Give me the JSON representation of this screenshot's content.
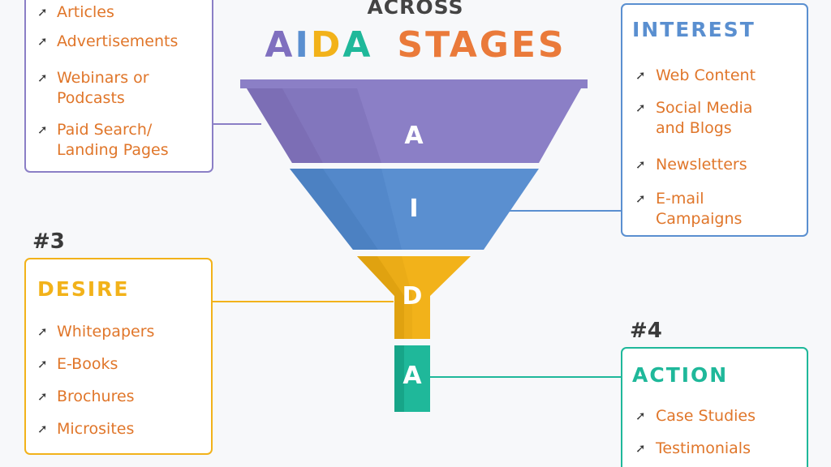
{
  "header": {
    "line1": "ACROSS",
    "letters": [
      {
        "char": "A",
        "color": "#7f6fbf"
      },
      {
        "char": "I",
        "color": "#5a8fd0"
      },
      {
        "char": "D",
        "color": "#f2b21a"
      },
      {
        "char": "A",
        "color": "#1fb89a"
      }
    ],
    "word2": "STAGES",
    "word2_color": "#ea7a3a"
  },
  "colors": {
    "item_text": "#e0762a",
    "awareness": "#8b7fc6",
    "interest": "#5a8fd0",
    "desire": "#f2b21a",
    "action": "#1fb89a"
  },
  "awareness": {
    "items": [
      "Articles",
      "Advertisements",
      "Webinars or Podcasts",
      "Paid Search/ Landing Pages"
    ]
  },
  "interest": {
    "title": "INTEREST",
    "items": [
      "Web Content",
      "Social Media and Blogs",
      "Newsletters",
      "E-mail Campaigns"
    ]
  },
  "desire": {
    "number": "#3",
    "title": "DESIRE",
    "items": [
      "Whitepapers",
      "E-Books",
      "Brochures",
      "Microsites"
    ]
  },
  "action": {
    "number": "#4",
    "title": "ACTION",
    "items": [
      "Case Studies",
      "Testimonials"
    ]
  },
  "funnel": {
    "stages": [
      "A",
      "I",
      "D",
      "A"
    ]
  },
  "arrow_glyph": "➚"
}
